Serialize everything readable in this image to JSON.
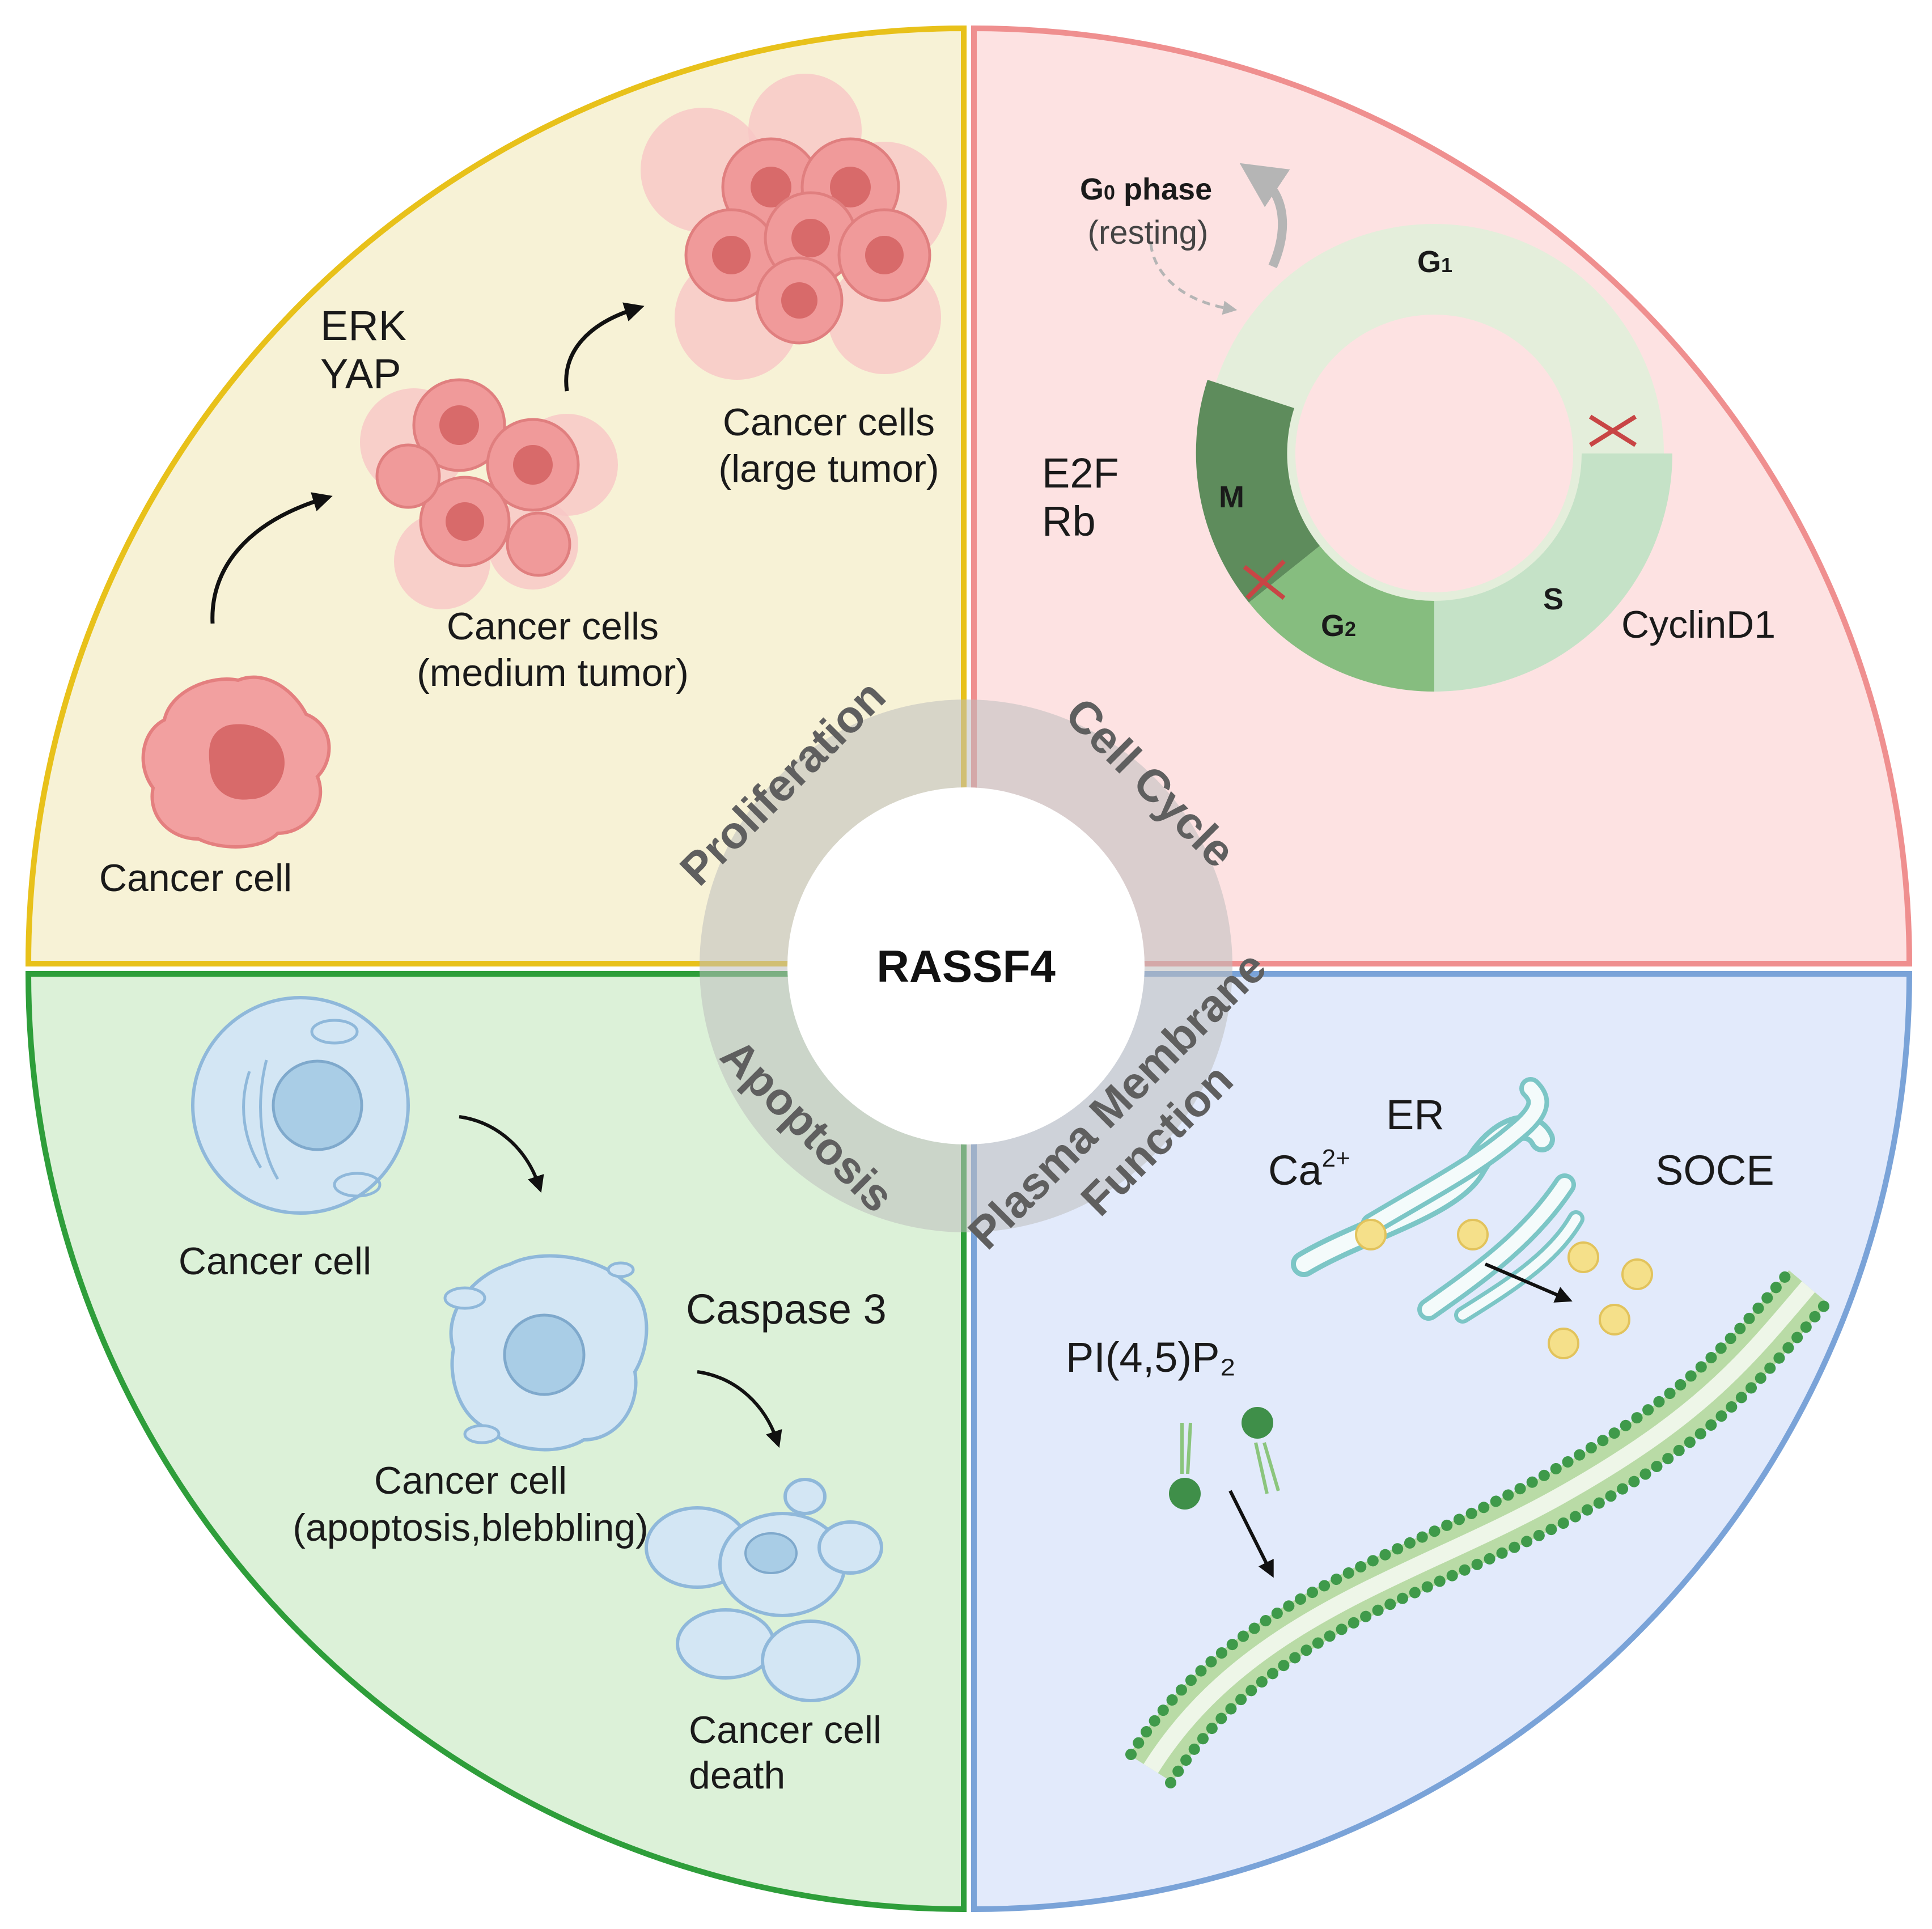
{
  "center_label": "RASSF4",
  "ring_labels": {
    "proliferation": "Proliferation",
    "cell_cycle": "Cell Cycle",
    "apoptosis": "Apoptosis",
    "membrane_line1": "Plasma Membrane",
    "membrane_line2": "Function"
  },
  "proliferation": {
    "molecule_1": "ERK",
    "molecule_2": "YAP",
    "single_cell": "Cancer cell",
    "medium_line1": "Cancer cells",
    "medium_line2": "(medium tumor)",
    "large_line1": "Cancer cells",
    "large_line2": "(large tumor)"
  },
  "cell_cycle": {
    "g0_main": "G",
    "g0_sub": "0",
    "g0_word": " phase",
    "g0_note": "(resting)",
    "g1_main": "G",
    "g1_sub": "1",
    "s_label": "S",
    "g2_main": "G",
    "g2_sub": "2",
    "m_label": "M",
    "molecule_1": "E2F",
    "molecule_2": "Rb",
    "molecule_3": "CyclinD1"
  },
  "apoptosis": {
    "cell_1": "Cancer cell",
    "molecule": "Caspase 3",
    "cell_2_line1": "Cancer cell",
    "cell_2_line2": "(apoptosis,blebbling)",
    "cell_3_line1": "Cancer cell",
    "cell_3_line2": "death"
  },
  "membrane": {
    "er_label": "ER",
    "ca_main": "Ca",
    "ca_sup": "2+",
    "soce_label": "SOCE",
    "pip2_label": "PI(4,5)P₂"
  },
  "colors": {
    "proliferation_fill": "#f7f2d6",
    "proliferation_border": "#e8c11a",
    "cell_cycle_fill": "#fde2e2",
    "cell_cycle_border": "#ef8f8f",
    "apoptosis_fill": "#dcf1d8",
    "apoptosis_border": "#2e9e3a",
    "membrane_fill": "#e2eafb",
    "membrane_border": "#7aa3d8"
  }
}
